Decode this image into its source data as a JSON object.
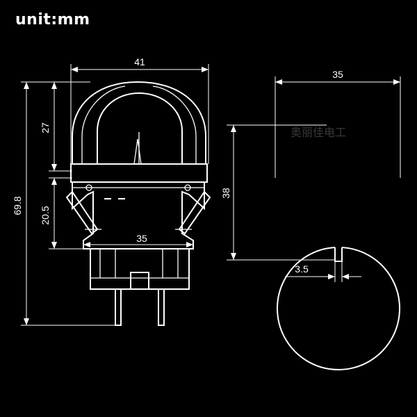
{
  "header": {
    "unit_label": "unit:mm"
  },
  "dimensions": {
    "overall_width": "41",
    "lamp_height": "27",
    "total_height": "69.8",
    "base_height": "20.5",
    "base_width": "35",
    "disc_diameter": "35",
    "disc_height": "38",
    "tab_width": "3.5"
  },
  "watermark": "奥丽佳电工",
  "colors": {
    "background": "#000000",
    "line": "#ffffff"
  }
}
